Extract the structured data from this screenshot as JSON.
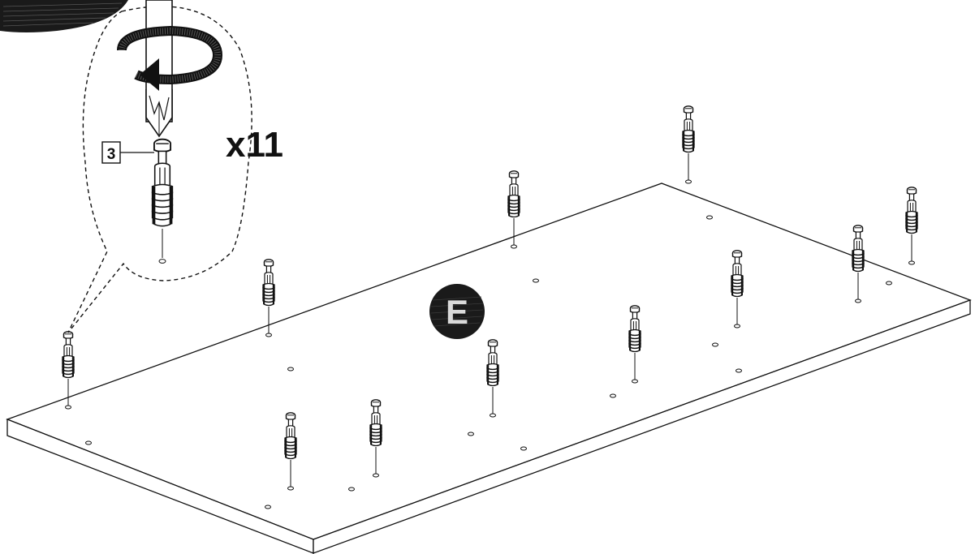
{
  "step_badge": {
    "text": ""
  },
  "callout": {
    "part_number": "3",
    "quantity": "x11"
  },
  "panel": {
    "label": "E"
  },
  "colors": {
    "ink": "#111111",
    "panel_fill": "#ffffff",
    "badge_fill": "#1a1a1a",
    "badge_text": "#d9d9d9"
  },
  "icons": {
    "tool": "screwdriver-icon",
    "rotation": "rotation-arrow-icon",
    "fastener": "cam-bolt-icon"
  },
  "fasteners": {
    "count": 11
  }
}
